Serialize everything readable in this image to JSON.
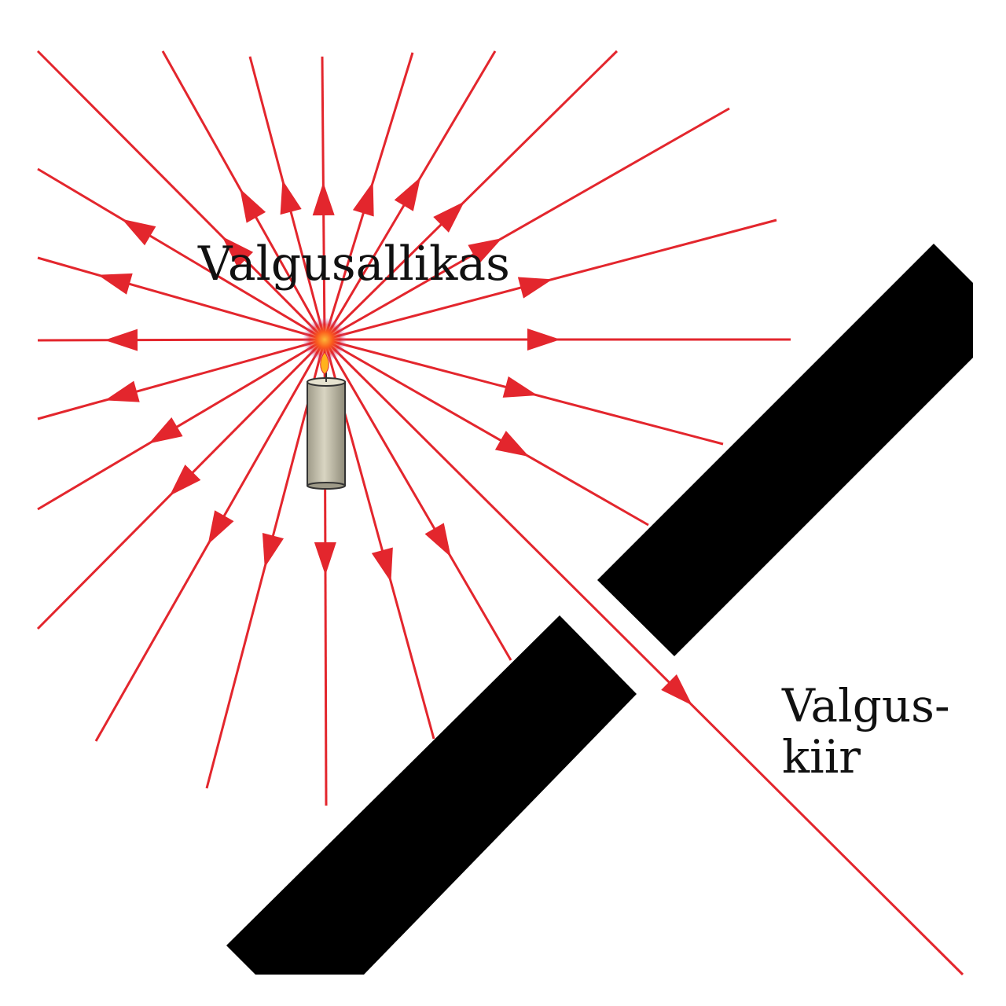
{
  "labels": {
    "light_source": "Valgusallikas",
    "light_ray_line1": "Valgus-",
    "light_ray_line2": "kiir"
  },
  "colors": {
    "ray": "#e3262d",
    "screen": "#000000",
    "candle_body": "#cfcbb8",
    "candle_outline": "#333333",
    "background": "#ffffff"
  },
  "icons": {
    "source": "candle-icon",
    "flame": "flame-icon"
  }
}
